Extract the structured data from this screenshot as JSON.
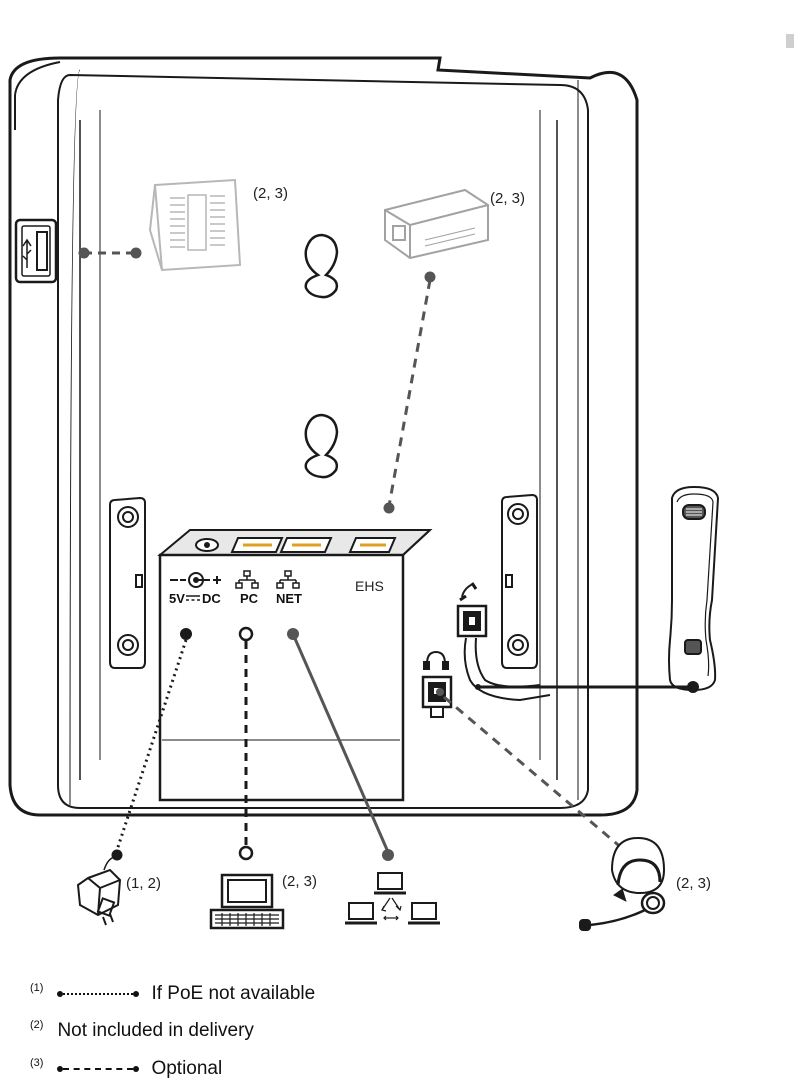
{
  "labels": {
    "expansion_module_note": "(2, 3)",
    "adapter_note": "(2, 3)",
    "power_supply_note": "(1, 2)",
    "pc_note": "(2, 3)",
    "headset_note": "(2, 3)"
  },
  "ports": {
    "power": "5V",
    "power_dc": "DC",
    "pc": "PC",
    "net": "NET",
    "ehs": "EHS"
  },
  "legend": {
    "item1": {
      "marker": "(1)",
      "text": "If PoE not available"
    },
    "item2": {
      "marker": "(2)",
      "text": "Not included in delivery"
    },
    "item3": {
      "marker": "(3)",
      "text": "Optional"
    }
  },
  "colors": {
    "line": "#1a1a1a",
    "gray": "#5a5a5a",
    "light": "#bdbdbd"
  },
  "icons": [
    "usb-icon",
    "expansion-module-icon",
    "adapter-icon",
    "handset-icon",
    "headset-jack-icon",
    "power-supply-icon",
    "computer-icon",
    "network-icon",
    "headset-icon"
  ]
}
